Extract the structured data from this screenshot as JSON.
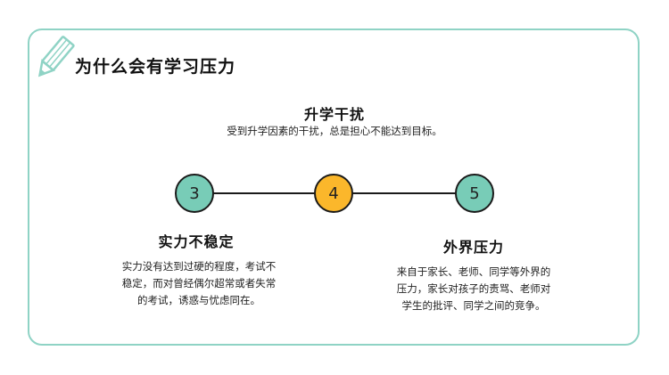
{
  "page": {
    "title": "为什么会有学习压力"
  },
  "colors": {
    "frame_border": "#8fd3c5",
    "teal": "#78ccb7",
    "orange": "#fbb72b"
  },
  "icons": {
    "title_icon": "pencil-icon"
  },
  "timeline": {
    "nodes": [
      {
        "number": "3",
        "heading": "实力不稳定",
        "desc_lines": [
          "实力没有达到过硬的程度，考试不",
          "稳定，而对曾经偶尔超常或者失常",
          "的考试，诱惑与忧虑同在。"
        ]
      },
      {
        "number": "4",
        "heading": "升学干扰",
        "desc_lines": [
          "受到升学因素的干扰，总是担心不能达到目标。"
        ]
      },
      {
        "number": "5",
        "heading": "外界压力",
        "desc_lines": [
          "来自于家长、老师、同学等外界的",
          "压力，家长对孩子的责骂、老师对",
          "学生的批评、同学之间的竞争。"
        ]
      }
    ]
  }
}
